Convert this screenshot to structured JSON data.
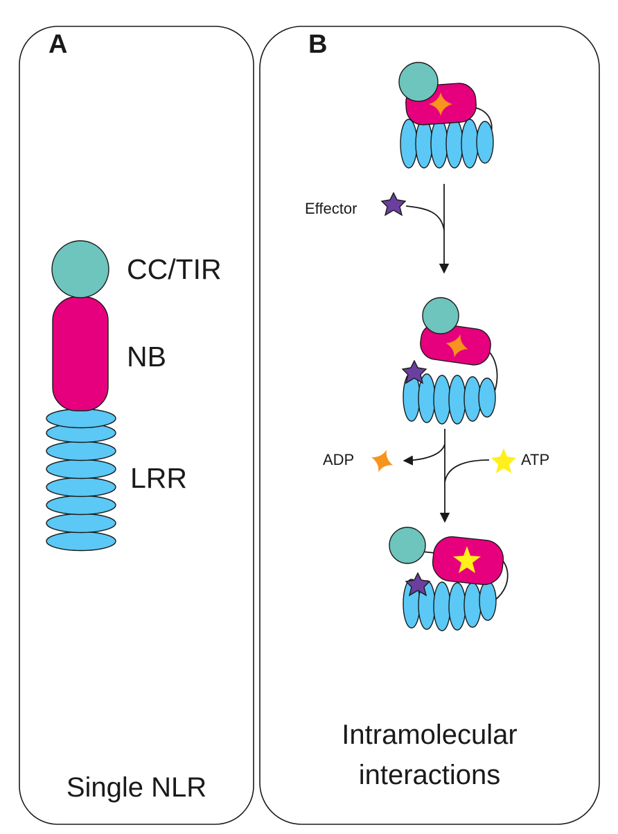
{
  "panels": {
    "a": {
      "letter": "A",
      "caption": "Single NLR"
    },
    "b": {
      "letter": "B",
      "caption_line1": "Intramolecular",
      "caption_line2": "interactions"
    }
  },
  "domains": {
    "cc_tir": "CC/TIR",
    "nb": "NB",
    "lrr": "LRR"
  },
  "ligands": {
    "effector": "Effector",
    "adp": "ADP",
    "atp": "ATP"
  },
  "colors": {
    "cc_tir": "#6dc5bd",
    "nb": "#e6007e",
    "lrr": "#5bc8f5",
    "effector": "#6b3fa0",
    "adp": "#f7941d",
    "atp": "#ffef1a",
    "outline": "#1a1a1a"
  }
}
